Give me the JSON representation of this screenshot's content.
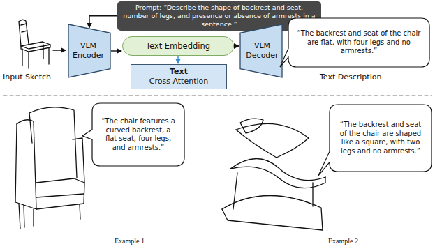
{
  "diagram": {
    "nodes": [
      {
        "text": [
          "Prompt: “Describe the shape of backrest and seat, number of legs, and presence or absence of armrests in a sentence.”"
        ]
      },
      {
        "text": [
          "VLM Encoder"
        ]
      },
      {
        "text": [
          "Text Embedding"
        ]
      },
      {
        "text": [
          "Text",
          "Cross Attention"
        ]
      },
      {
        "text": [
          "VLM Decoder"
        ]
      },
      {
        "text": [
          "“The backrest and seat of the chair are flat, with four legs and no armrests.”"
        ]
      },
      {
        "text": [
          "“The chair features a curved backrest, a flat seat, four legs, and armrests.”"
        ]
      },
      {
        "text": [
          "“The backrest and seat of the chair are shaped like a square, with two legs and no armrests.”"
        ]
      }
    ],
    "edges": [
      {
        "from": 0,
        "to": 1,
        "arrow": "to"
      },
      {
        "from": 1,
        "to": 2,
        "arrow": "to"
      },
      {
        "from": 2,
        "to": 4,
        "arrow": "to"
      },
      {
        "from": 2,
        "to": 3,
        "arrow": "to"
      }
    ],
    "labels": [
      "Input Sketch",
      "Text Description",
      "Example 1",
      "Example 2"
    ]
  }
}
